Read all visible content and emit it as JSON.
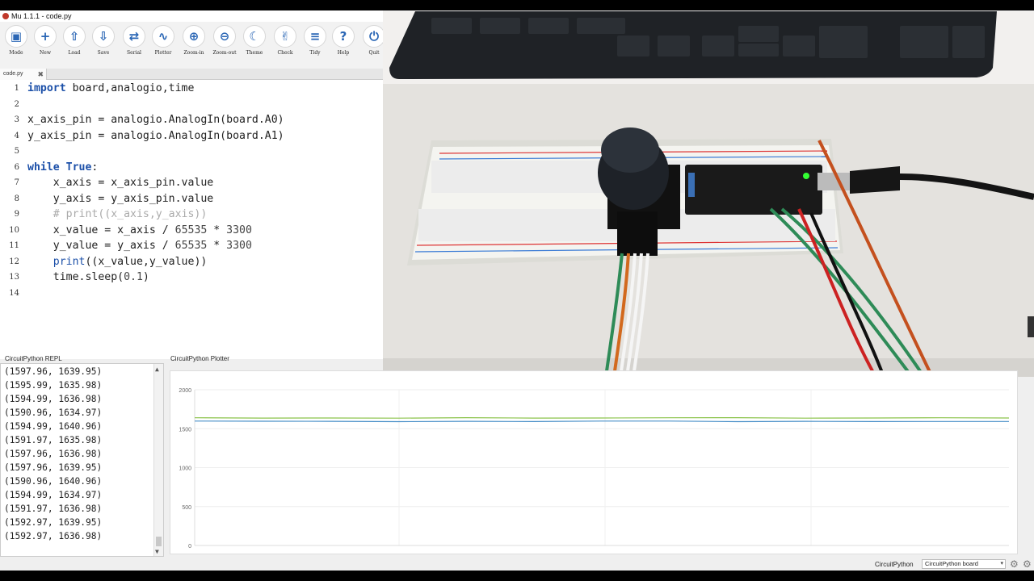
{
  "window": {
    "title": "Mu 1.1.1 - code.py"
  },
  "toolbar": {
    "buttons": [
      {
        "label": "Mode",
        "icon": "mode-icon",
        "glyph": "▣"
      },
      {
        "label": "New",
        "icon": "plus-icon",
        "glyph": "+"
      },
      {
        "label": "Load",
        "icon": "upload-icon",
        "glyph": "⇧"
      },
      {
        "label": "Save",
        "icon": "download-icon",
        "glyph": "⇩"
      },
      {
        "label": "Serial",
        "icon": "serial-arrows-icon",
        "glyph": "⇄"
      },
      {
        "label": "Plotter",
        "icon": "waveform-icon",
        "glyph": "∿"
      },
      {
        "label": "Zoom-in",
        "icon": "zoom-in-icon",
        "glyph": "⊕"
      },
      {
        "label": "Zoom-out",
        "icon": "zoom-out-icon",
        "glyph": "⊖"
      },
      {
        "label": "Theme",
        "icon": "moon-icon",
        "glyph": "☾"
      },
      {
        "label": "Check",
        "icon": "thumbs-up-icon",
        "glyph": "✌"
      },
      {
        "label": "Tidy",
        "icon": "list-icon",
        "glyph": "≡"
      },
      {
        "label": "Help",
        "icon": "help-icon",
        "glyph": "?"
      },
      {
        "label": "Quit",
        "icon": "power-icon",
        "glyph": "⏻"
      }
    ]
  },
  "tabs": [
    {
      "label": "code.py",
      "close": "✖"
    }
  ],
  "editor": {
    "lines": [
      "import board,analogio,time",
      "",
      "x_axis_pin = analogio.AnalogIn(board.A0)",
      "y_axis_pin = analogio.AnalogIn(board.A1)",
      "",
      "while True:",
      "    x_axis = x_axis_pin.value",
      "    y_axis = y_axis_pin.value",
      "    # print((x_axis,y_axis))",
      "    x_value = x_axis / 65535 * 3300",
      "    y_value = y_axis / 65535 * 3300",
      "    print((x_value,y_value))",
      "    time.sleep(0.1)",
      ""
    ]
  },
  "panes": {
    "repl_title": "CircuitPython REPL",
    "plotter_title": "CircuitPython Plotter"
  },
  "repl": {
    "lines": [
      "(1597.96, 1639.95)",
      "(1595.99, 1635.98)",
      "(1594.99, 1636.98)",
      "(1590.96, 1634.97)",
      "(1594.99, 1640.96)",
      "(1591.97, 1635.98)",
      "(1597.96, 1636.98)",
      "(1597.96, 1639.95)",
      "(1590.96, 1640.96)",
      "(1594.99, 1634.97)",
      "(1591.97, 1636.98)",
      "(1592.97, 1639.95)",
      "(1592.97, 1636.98)"
    ],
    "scroll_up": "▲",
    "scroll_down": "▼"
  },
  "chart_data": {
    "type": "line",
    "ylim": [
      0,
      2000
    ],
    "yticks": [
      "2000",
      "1500",
      "1000",
      "500",
      "0"
    ],
    "grid": true,
    "colors": {
      "series1": "#4a90c8",
      "series2": "#8bc34a"
    },
    "series": [
      {
        "values": [
          1597.96,
          1595.99,
          1594.99,
          1590.96,
          1594.99,
          1591.97,
          1597.96,
          1597.96,
          1590.96,
          1594.99,
          1591.97,
          1592.97,
          1592.97
        ]
      },
      {
        "values": [
          1639.95,
          1635.98,
          1636.98,
          1634.97,
          1640.96,
          1635.98,
          1636.98,
          1639.95,
          1640.96,
          1634.97,
          1636.98,
          1639.95,
          1636.98
        ]
      }
    ]
  },
  "statusbar": {
    "mode": "CircuitPython",
    "board": "CircuitPython board",
    "dropdown_arrow": "▾"
  }
}
